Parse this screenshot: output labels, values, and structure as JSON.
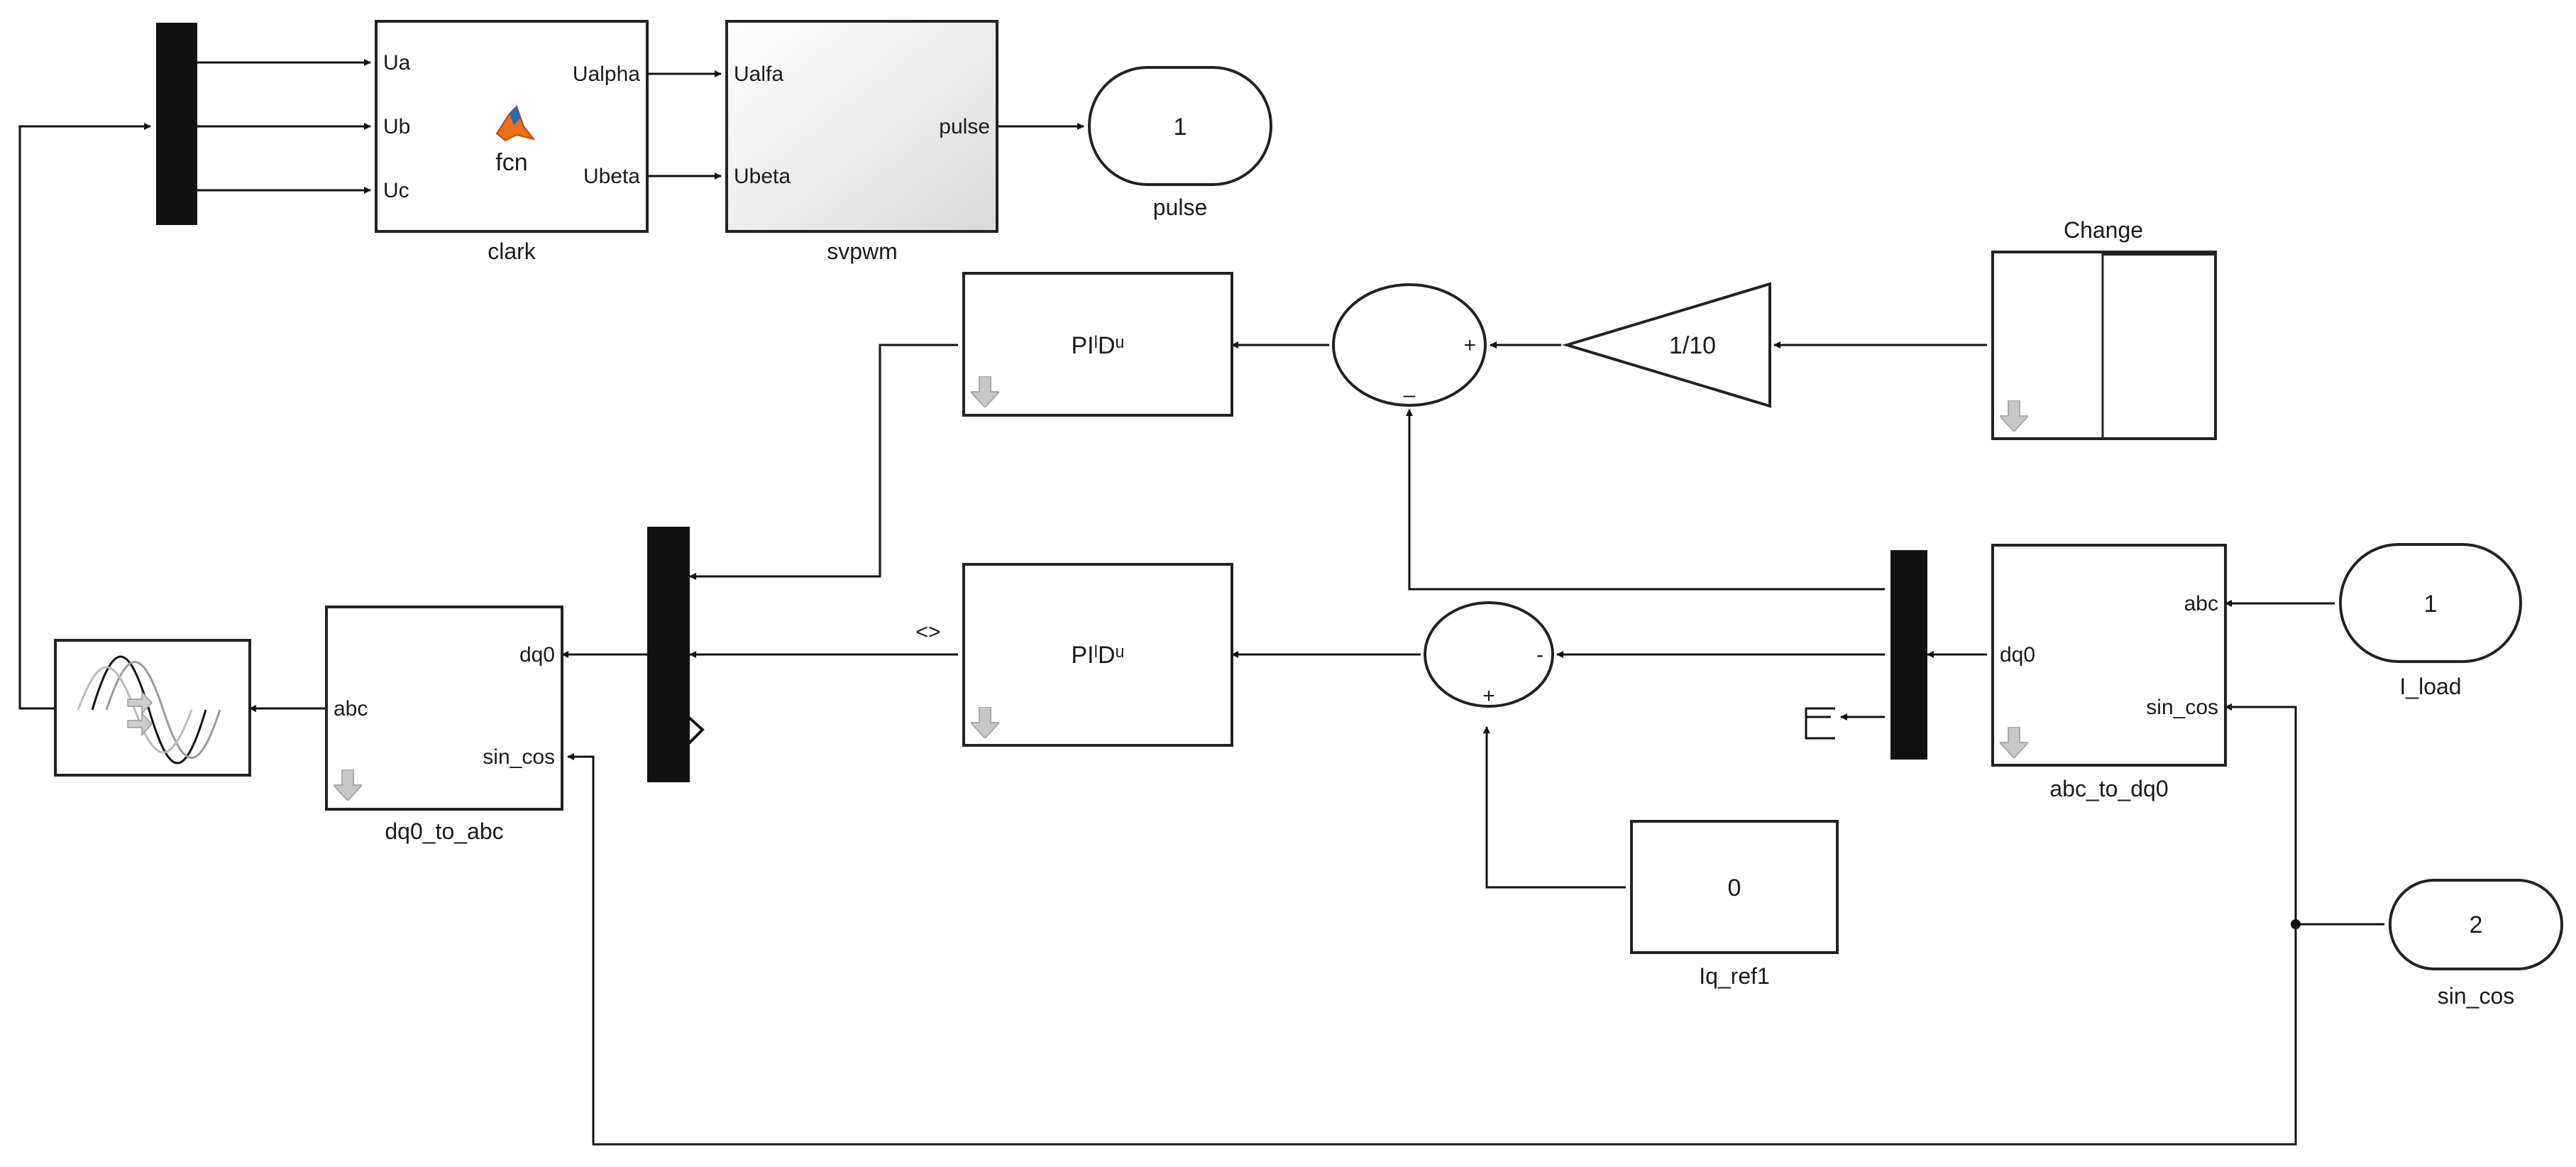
{
  "blocks": {
    "clark": {
      "name": "clark",
      "center": "fcn",
      "inputs": [
        "Ua",
        "Ub",
        "Uc"
      ],
      "outputs": [
        "Ualpha",
        "Ubeta"
      ],
      "icon": "matlab-logo-icon"
    },
    "svpwm": {
      "name": "svpwm",
      "inputs": [
        "Ualfa",
        "Ubeta"
      ],
      "outputs": [
        "pulse"
      ]
    },
    "pulse_out": {
      "name": "pulse",
      "number": "1"
    },
    "change": {
      "name": "Change"
    },
    "gain": {
      "value": "1/10"
    },
    "pid_d": {
      "label": "PIˡDᵘ"
    },
    "pid_q": {
      "label": "PIˡDᵘ"
    },
    "sum_top": {
      "sign_plus": "+",
      "sign_minus": "–"
    },
    "sum_bottom": {
      "sign_plus": "+",
      "sign_minus": "-"
    },
    "iq_ref": {
      "name": "Iq_ref1",
      "value": "0"
    },
    "abc_to_dq0": {
      "name": "abc_to_dq0",
      "inputs": [
        "abc",
        "sin_cos"
      ],
      "outputs": [
        "dq0"
      ]
    },
    "i_load": {
      "name": "I_load",
      "number": "1"
    },
    "sin_cos_in": {
      "name": "sin_cos",
      "number": "2"
    },
    "dq0_to_abc": {
      "name": "dq0_to_abc",
      "inputs": [
        "dq0",
        "sin_cos"
      ],
      "outputs": [
        "abc"
      ]
    },
    "scope": {
      "icon": "sine-wave-scope-icon"
    },
    "mux_label": "<>"
  },
  "colors": {
    "line": "#111111",
    "block_border": "#222222",
    "subsystem_arrow": "#bdbdbd",
    "matlab_orange": "#e8701a"
  }
}
